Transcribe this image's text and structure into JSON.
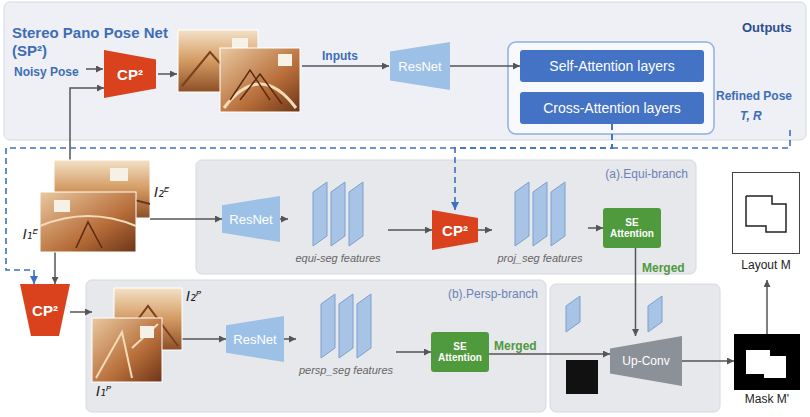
{
  "diagram": {
    "nodes": [
      {
        "text": [
          "Stereo Pano Pose Net (SP²)"
        ]
      },
      {
        "text": [
          "CP²"
        ],
        "in": 0
      },
      {
        "text": [
          "ResNet"
        ],
        "in": 0
      },
      {
        "text": [
          "Self-Attention layers"
        ],
        "in": 0
      },
      {
        "text": [
          "Cross-Attention layers"
        ],
        "in": 0
      },
      {
        "text": [
          "I₁ᴱ",
          "I₂ᴱ"
        ]
      },
      {
        "text": [
          "(a).Equi-branch"
        ]
      },
      {
        "text": [
          "ResNet"
        ],
        "in": 6
      },
      {
        "text": [
          "equi-seg features"
        ],
        "in": 6
      },
      {
        "text": [
          "CP²"
        ],
        "in": 6
      },
      {
        "text": [
          "proj_seg features"
        ],
        "in": 6
      },
      {
        "text": [
          "SE Attention"
        ],
        "in": 6
      },
      {
        "text": [
          "CP²"
        ]
      },
      {
        "text": [
          "(b).Persp-branch"
        ]
      },
      {
        "text": [
          "I₁ᴾ",
          "I₂ᴾ"
        ],
        "in": 13
      },
      {
        "text": [
          "ResNet"
        ],
        "in": 13
      },
      {
        "text": [
          "persp_seg features"
        ],
        "in": 13
      },
      {
        "text": [
          "SE Attention"
        ],
        "in": 13
      },
      {
        "text": [
          "Up-Conv"
        ]
      },
      {
        "text": [
          "Layout M"
        ]
      },
      {
        "text": [
          "Mask M'"
        ]
      }
    ],
    "edges": [
      {
        "from": 5,
        "to": 1,
        "arrow": "to"
      },
      {
        "from": 2,
        "to": 3,
        "arrow": "to"
      },
      {
        "from": 4,
        "to": 9,
        "arrow": "to"
      },
      {
        "from": 4,
        "to": 12,
        "arrow": "to"
      },
      {
        "from": 5,
        "to": 7,
        "arrow": "to"
      },
      {
        "from": 7,
        "to": 8,
        "arrow": "to"
      },
      {
        "from": 8,
        "to": 9,
        "arrow": "to"
      },
      {
        "from": 9,
        "to": 10,
        "arrow": "to"
      },
      {
        "from": 10,
        "to": 11,
        "arrow": "to"
      },
      {
        "from": 11,
        "to": 18,
        "label": "Merged",
        "arrow": "to"
      },
      {
        "from": 5,
        "to": 12,
        "arrow": "to"
      },
      {
        "from": 12,
        "to": 14,
        "arrow": "to"
      },
      {
        "from": 14,
        "to": 15,
        "arrow": "to"
      },
      {
        "from": 15,
        "to": 16,
        "arrow": "to"
      },
      {
        "from": 16,
        "to": 17,
        "arrow": "to"
      },
      {
        "from": 17,
        "to": 18,
        "label": "Merged",
        "arrow": "to"
      },
      {
        "from": 18,
        "to": 20,
        "arrow": "to"
      },
      {
        "from": 20,
        "to": 19,
        "arrow": "to"
      }
    ],
    "labels": [
      "Noisy Pose",
      "Inputs",
      "Outputs",
      "Refined Pose",
      "T, R"
    ]
  }
}
